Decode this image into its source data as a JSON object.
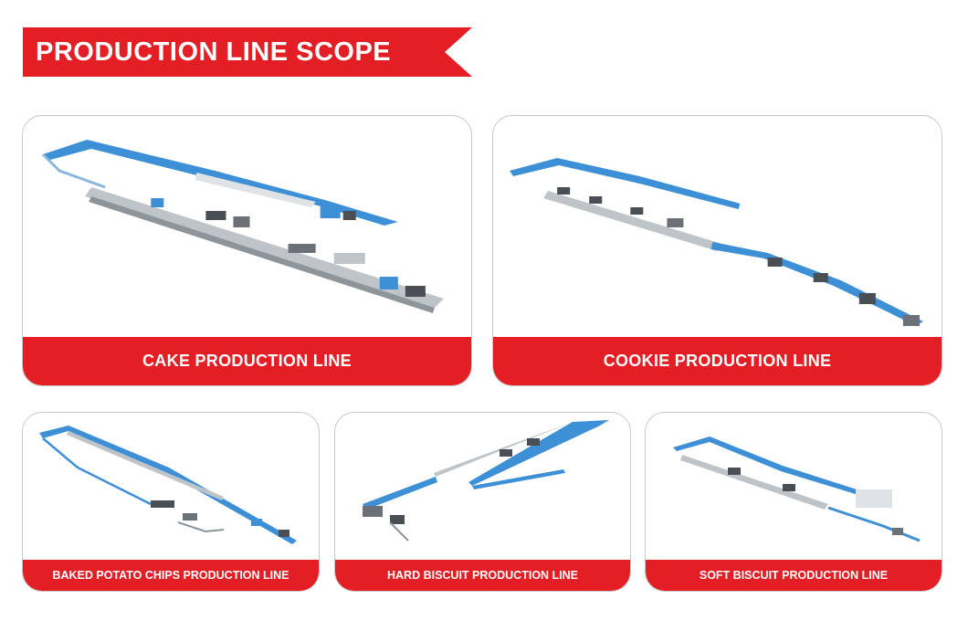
{
  "header": {
    "title": "PRODUCTION LINE SCOPE"
  },
  "colors": {
    "accent": "#e31e24",
    "conveyor": "#3d8fd6",
    "machine": "#bfc4c9",
    "dark": "#4a4f55"
  },
  "cards": [
    {
      "label": "CAKE PRODUCTION LINE",
      "image": "cake-production-line-render"
    },
    {
      "label": "COOKIE PRODUCTION LINE",
      "image": "cookie-production-line-render"
    },
    {
      "label": "BAKED POTATO CHIPS PRODUCTION LINE",
      "image": "baked-potato-chips-production-line-render"
    },
    {
      "label": "HARD BISCUIT PRODUCTION LINE",
      "image": "hard-biscuit-production-line-render"
    },
    {
      "label": "SOFT BISCUIT PRODUCTION LINE",
      "image": "soft-biscuit-production-line-render"
    }
  ]
}
